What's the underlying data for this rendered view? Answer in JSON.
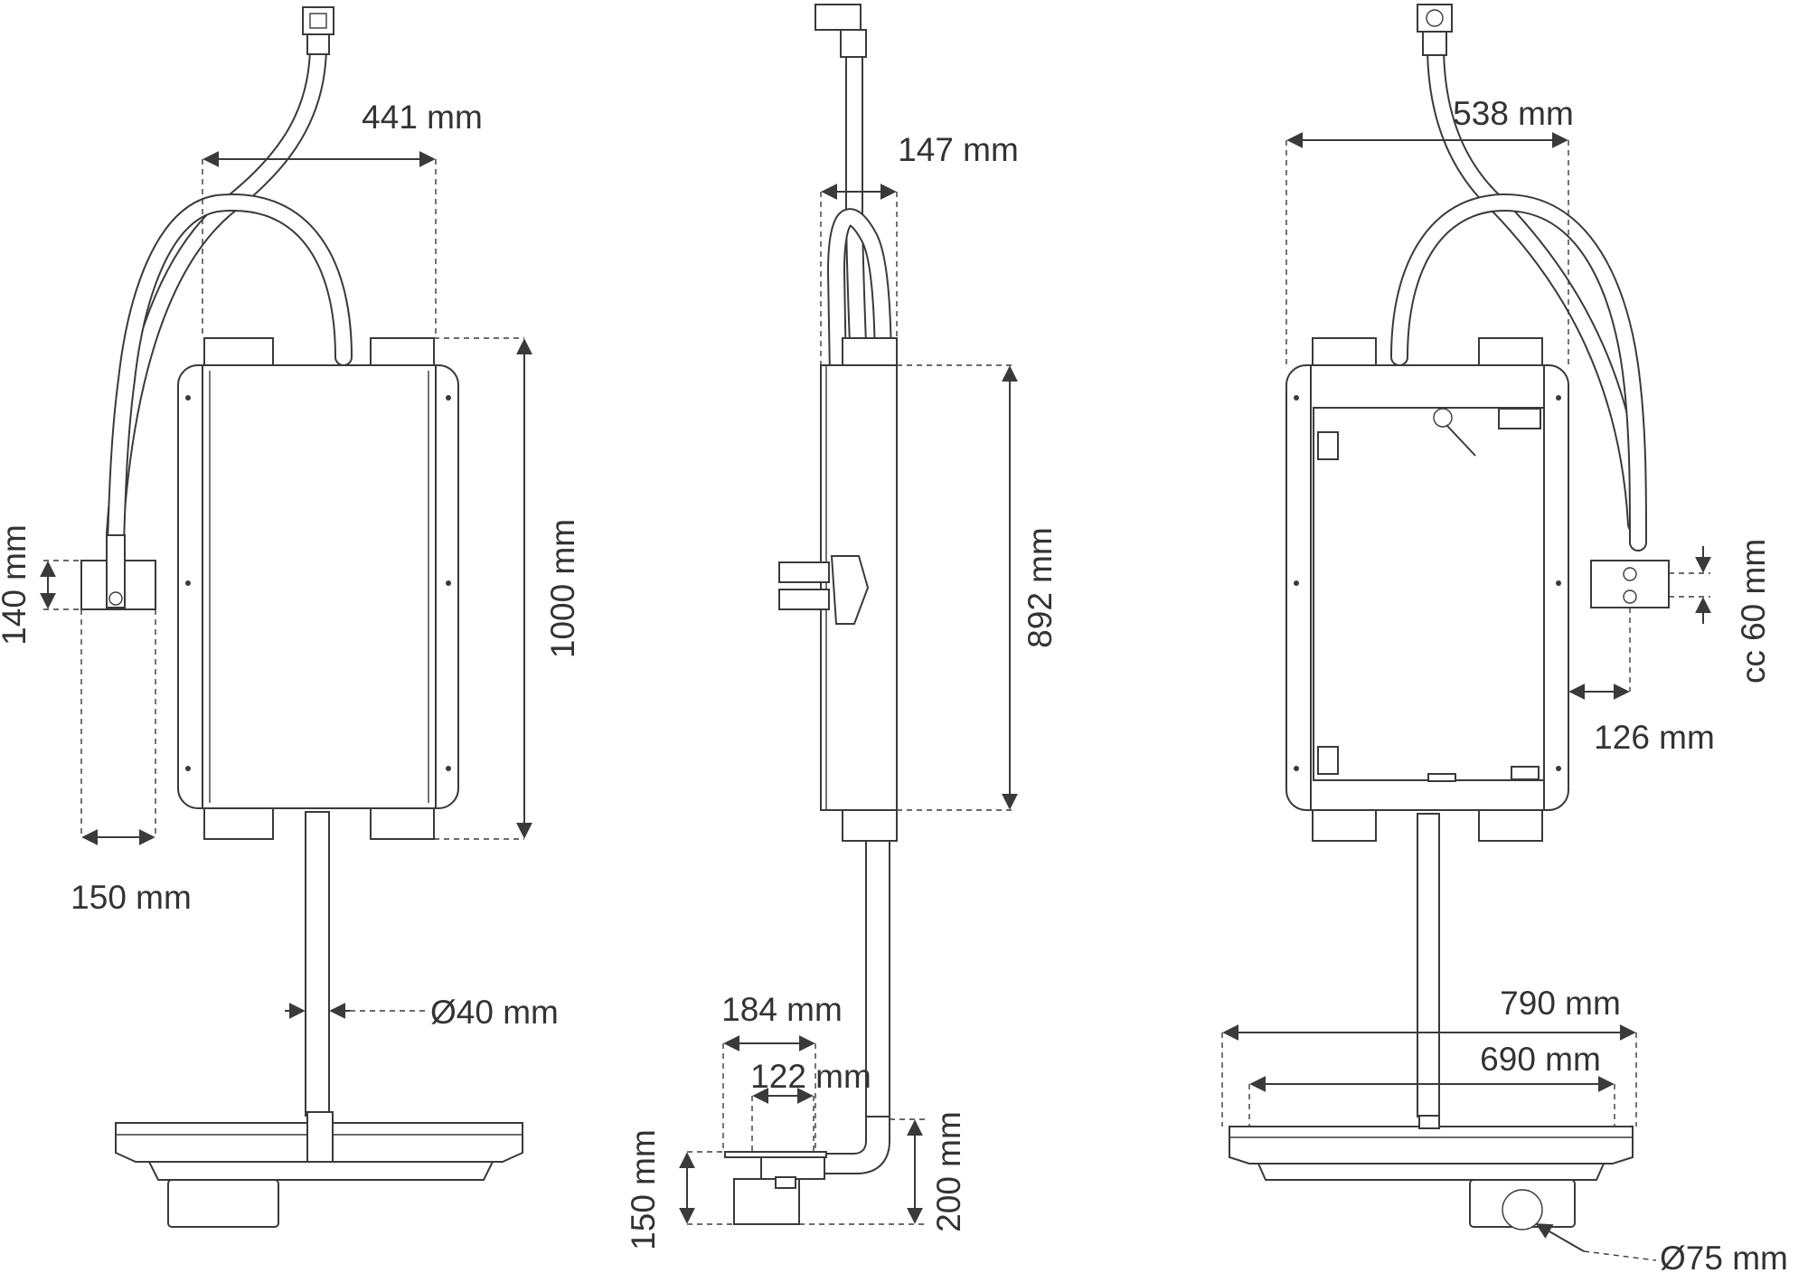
{
  "views": {
    "front": {
      "width": "441 mm",
      "height": "1000 mm",
      "bracket_height": "140 mm",
      "bracket_offset": "150 mm",
      "pipe_diameter": "Ø40 mm"
    },
    "side": {
      "depth": "147 mm",
      "frame_height": "892 mm",
      "outlet_length": "184 mm",
      "outlet_inner": "122 mm",
      "outlet_height": "150 mm",
      "trap_height": "200 mm"
    },
    "back": {
      "width": "538 mm",
      "valve_spacing": "cc 60 mm",
      "valve_offset": "126 mm",
      "tray_outer": "790 mm",
      "tray_inner": "690 mm",
      "drain_diameter": "Ø75 mm"
    }
  }
}
